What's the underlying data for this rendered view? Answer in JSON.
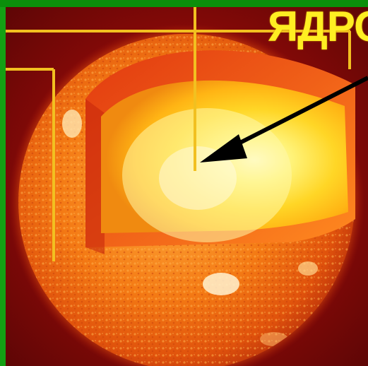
{
  "diagram": {
    "title": "ЯДРО",
    "subject": "sun-cross-section",
    "highlighted_part": "core"
  },
  "colors": {
    "frame": "#14a014",
    "label": "#ffee22",
    "guide_line": "#f2c020",
    "arrow": "#000000",
    "photosphere": "#f06a10",
    "core": "#fff27a"
  }
}
